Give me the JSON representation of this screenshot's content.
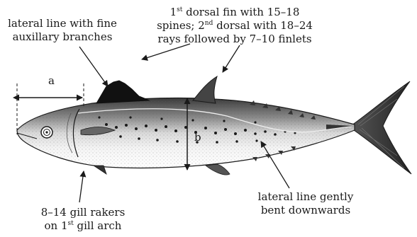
{
  "labels": {
    "lateral_line_top": [
      "lateral line with fine",
      "auxillary branches"
    ],
    "dorsal": {
      "l1_num": "1",
      "l1_sup": "st",
      "l1_rest": " dorsal fin with 15–18",
      "l2_pre": "spines; 2",
      "l2_sup": "nd",
      "l2_rest": " dorsal with 18–24",
      "l3": "rays followed by 7–10 finlets"
    },
    "gill": {
      "l1": "8–14 gill rakers",
      "l2_pre": "on 1",
      "l2_sup": "st",
      "l2_rest": " gill arch"
    },
    "lateral_line_bottom": [
      "lateral line gently",
      "bent downwards"
    ]
  },
  "dimensions": {
    "a": "a",
    "b": "b"
  },
  "colors": {
    "ink": "#1a1a1a",
    "fin_dark": "#111111",
    "body_shade": "#9a9a9a",
    "background": "#ffffff"
  }
}
